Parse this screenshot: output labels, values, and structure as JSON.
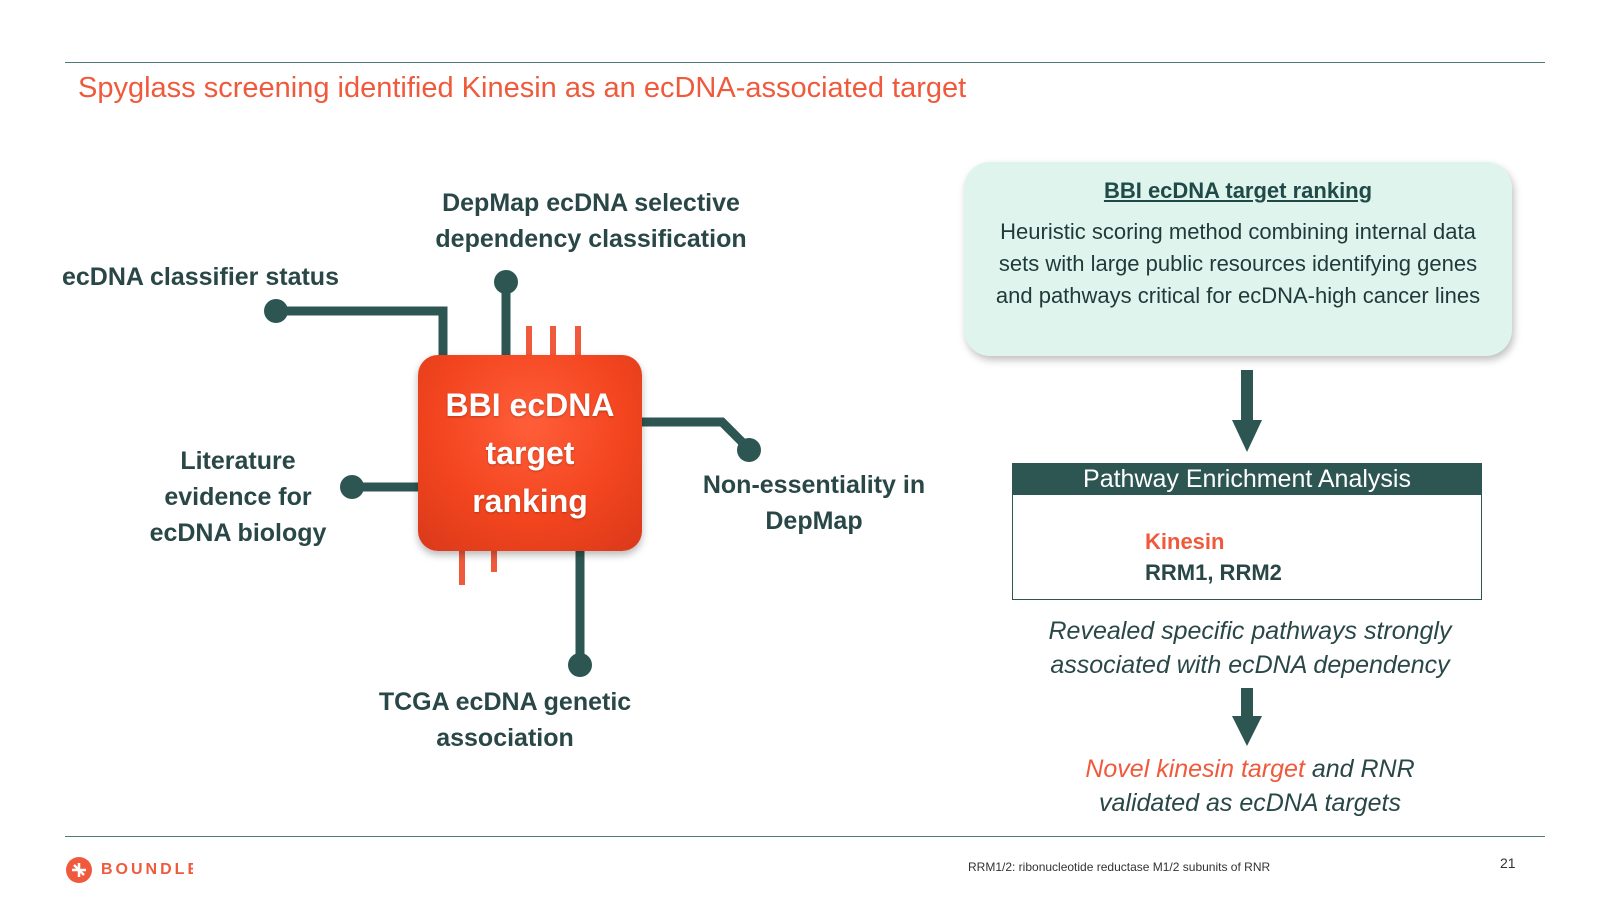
{
  "slide": {
    "title": "Spyglass screening identified Kinesin as an ecDNA-associated target",
    "page_number": "21",
    "footnote": "RRM1/2: ribonucleotide reductase M1/2 subunits of RNR",
    "logo_text": "BOUNDLESS"
  },
  "diagram": {
    "center_label": "BBI ecDNA\ntarget\nranking",
    "inputs": {
      "depmap_selective": "DepMap ecDNA selective\ndependency classification",
      "classifier_status": "ecDNA classifier status",
      "literature": "Literature\nevidence for\necDNA biology",
      "non_essentiality": "Non-essentiality in\nDepMap",
      "tcga": "TCGA ecDNA genetic\nassociation"
    },
    "colors": {
      "trace": "#2d5653",
      "chip": "#f3451f",
      "accent": "#f05a3c"
    }
  },
  "right_panel": {
    "ranking_box": {
      "heading": "BBI ecDNA target ranking",
      "body": "Heuristic scoring method combining internal data sets with large public resources identifying genes and pathways critical for ecDNA-high cancer lines"
    },
    "pathway": {
      "title": "Pathway Enrichment Analysis",
      "item1": "Kinesin",
      "item2": "RRM1, RRM2"
    },
    "revealed_text": "Revealed specific pathways strongly associated with ecDNA dependency",
    "conclusion": {
      "highlight": "Novel kinesin target",
      "rest1": " and RNR",
      "rest2": "validated as ecDNA targets"
    }
  }
}
